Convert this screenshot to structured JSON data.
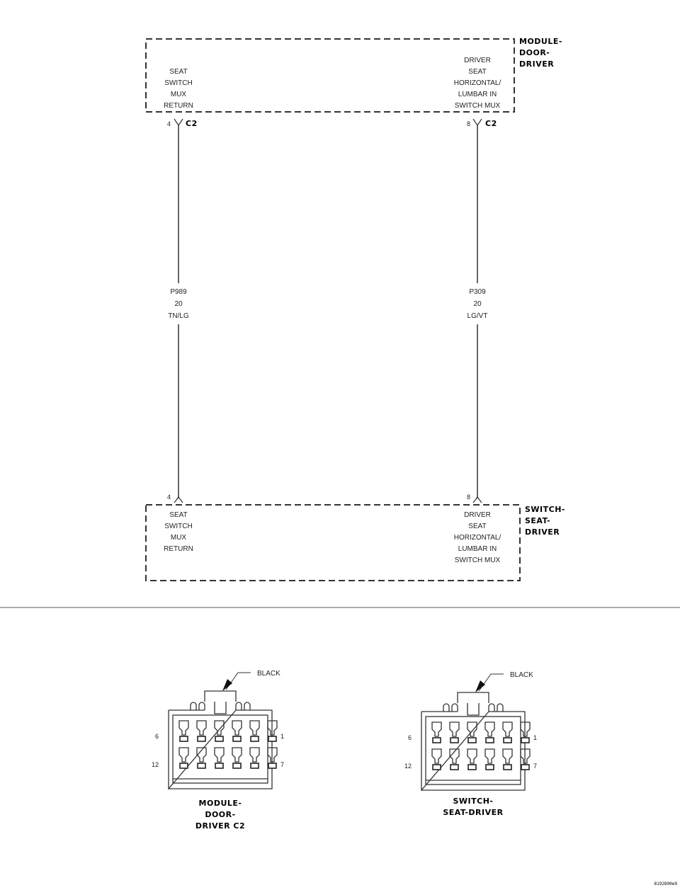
{
  "top_module": {
    "name_lines": [
      "MODULE-",
      "DOOR-",
      "DRIVER"
    ],
    "left_circuit_lines": [
      "SEAT",
      "SWITCH",
      "MUX",
      "RETURN"
    ],
    "right_circuit_lines": [
      "DRIVER",
      "SEAT",
      "HORIZONTAL/",
      "LUMBAR IN",
      "SWITCH MUX"
    ],
    "left_pin": "4",
    "right_pin": "8",
    "connector_label": "C2"
  },
  "wires": [
    {
      "id": "left",
      "code_lines": [
        "P989",
        "20",
        "TN/LG"
      ]
    },
    {
      "id": "right",
      "code_lines": [
        "P309",
        "20",
        "LG/VT"
      ]
    }
  ],
  "bottom_module": {
    "name_lines": [
      "SWITCH-",
      "SEAT-",
      "DRIVER"
    ],
    "left_circuit_lines": [
      "SEAT",
      "SWITCH",
      "MUX",
      "RETURN"
    ],
    "right_circuit_lines": [
      "DRIVER",
      "SEAT",
      "HORIZONTAL/",
      "LUMBAR IN",
      "SWITCH MUX"
    ],
    "left_pin": "4",
    "right_pin": "8"
  },
  "connectors": [
    {
      "color_label": "BLACK",
      "caption_lines": [
        "MODULE-",
        "DOOR-",
        "DRIVER C2"
      ],
      "pin_labels": {
        "top_left": "6",
        "top_right": "1",
        "bottom_left": "12",
        "bottom_right": "7"
      }
    },
    {
      "color_label": "BLACK",
      "caption_lines": [
        "SWITCH-",
        "SEAT-DRIVER"
      ],
      "pin_labels": {
        "top_left": "6",
        "top_right": "1",
        "bottom_left": "12",
        "bottom_right": "7"
      }
    }
  ],
  "figure_id": "8192890e9"
}
